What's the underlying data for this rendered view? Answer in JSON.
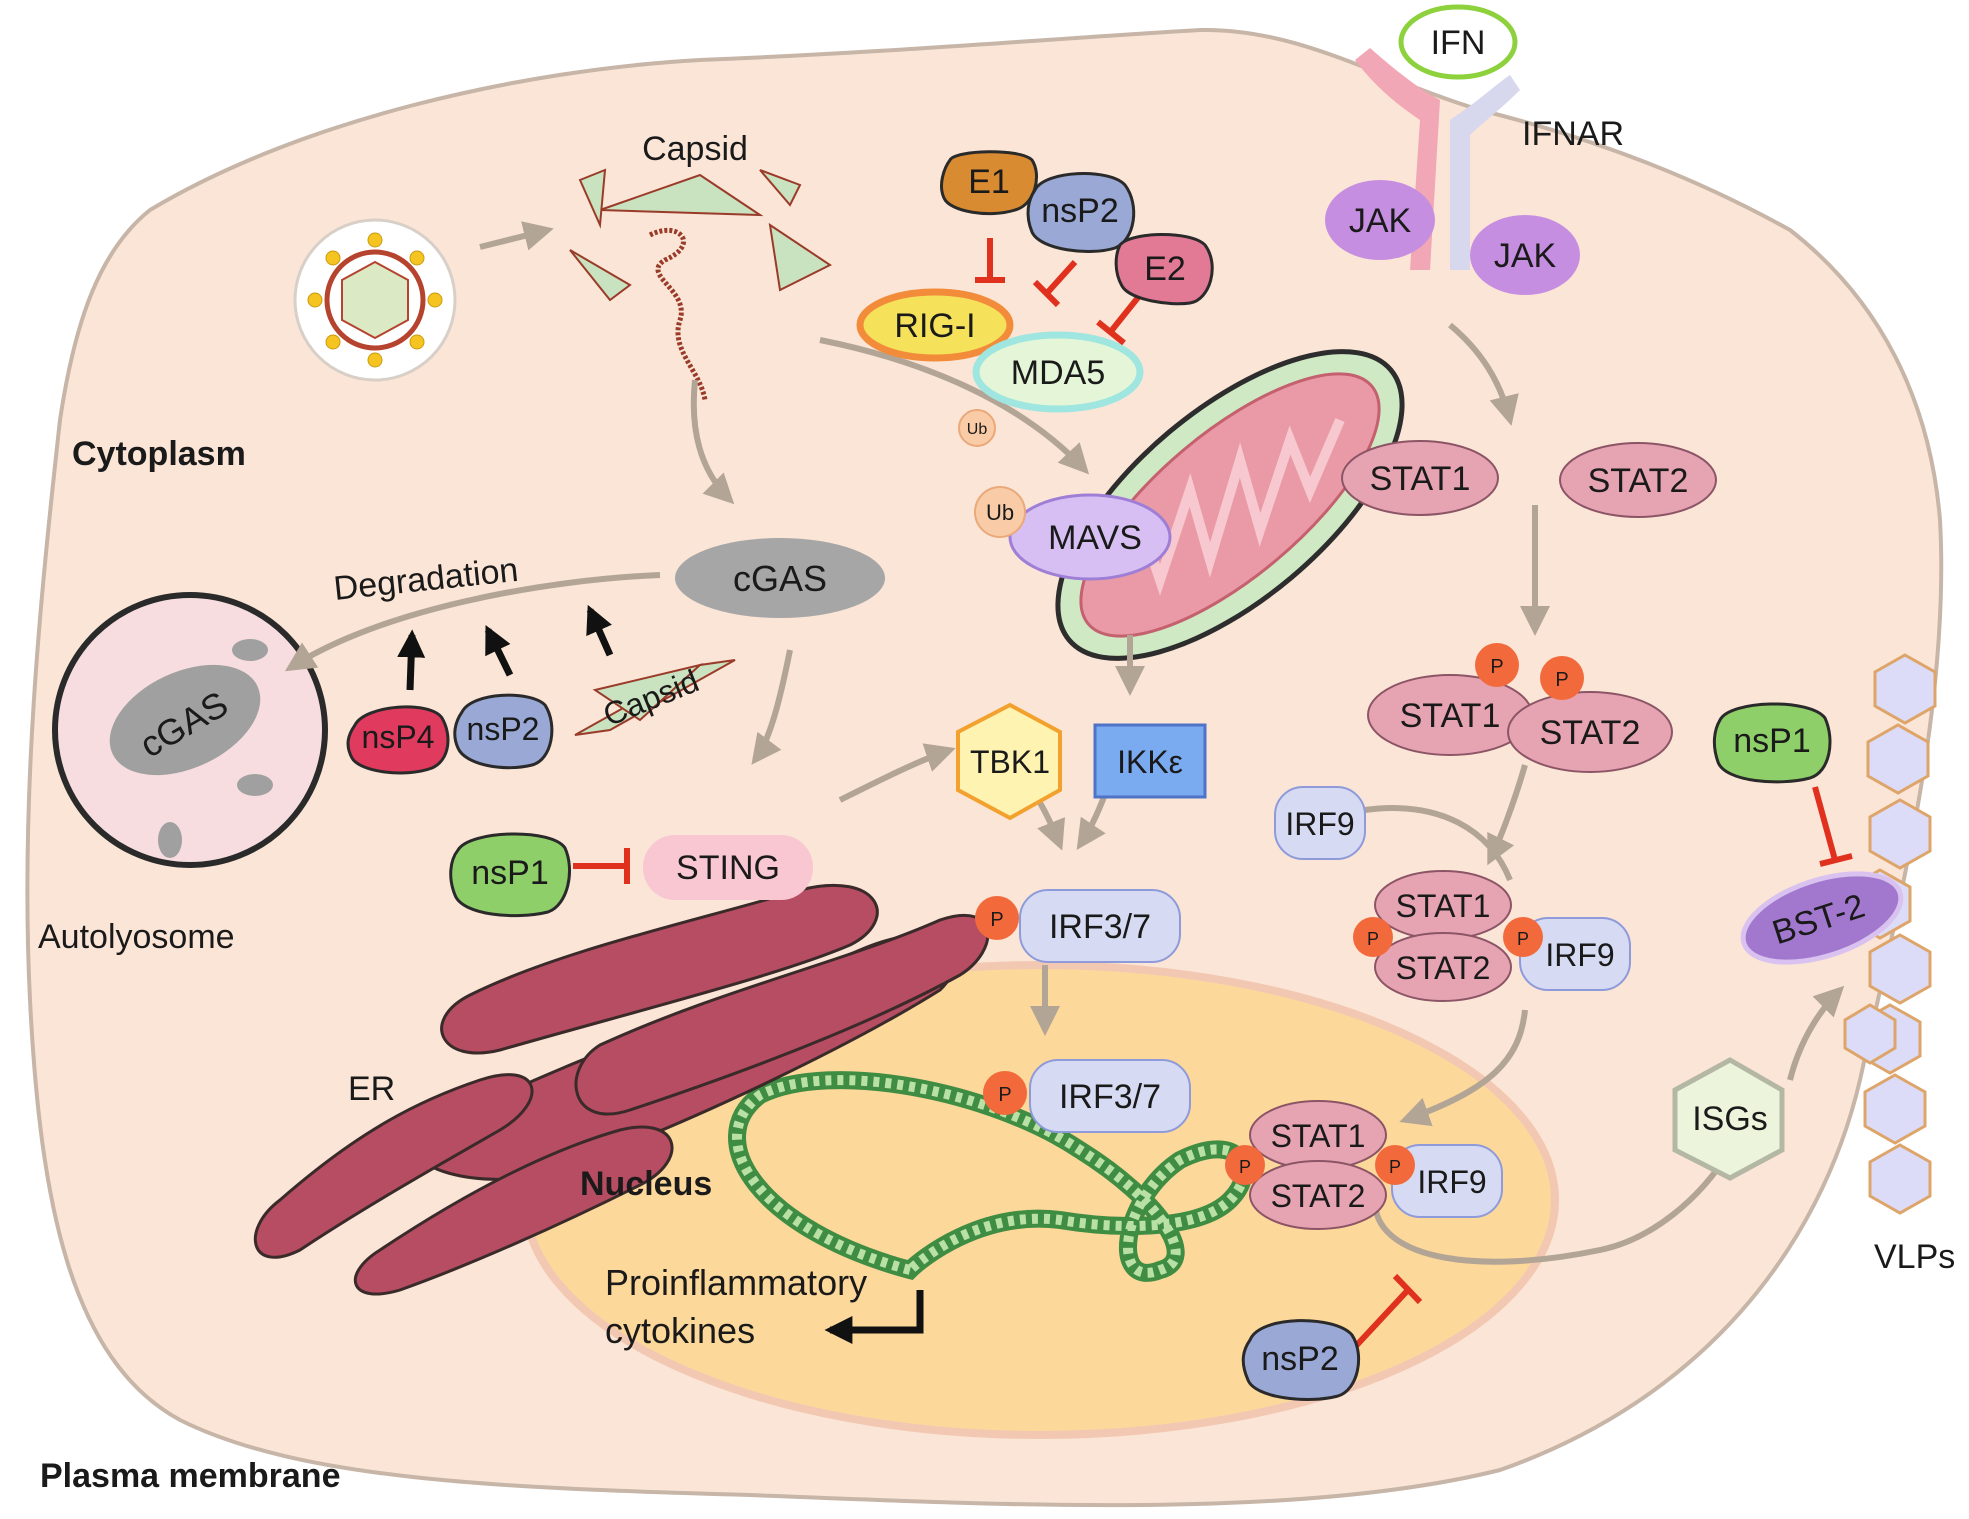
{
  "labels": {
    "capsid_top": "Capsid",
    "cytoplasm": "Cytoplasm",
    "degradation": "Degradation",
    "autolysosome": "Autolyosome",
    "cgas_auto": "cGAS",
    "cgas": "cGAS",
    "er": "ER",
    "nucleus": "Nucleus",
    "proinflammatory_1": "Proinflammatory",
    "proinflammatory_2": "cytokines",
    "plasma_membrane": "Plasma membrane",
    "ifn": "IFN",
    "ifnar": "IFNAR",
    "jak1": "JAK",
    "jak2": "JAK",
    "vlps": "VLPs"
  },
  "proteins": {
    "e1": "E1",
    "nsp2_top": "nsP2",
    "e2": "E2",
    "rigi": "RIG-I",
    "mda5": "MDA5",
    "ub": "Ub",
    "ub2": "Ub",
    "mavs": "MAVS",
    "nsp4": "nsP4",
    "nsp2_mid": "nsP2",
    "capsid_inhib": "Capsid",
    "tbk1": "TBK1",
    "ikke": "IKKε",
    "sting": "STING",
    "nsp1_left": "nsP1",
    "irf37_a": "IRF3/7",
    "irf37_b": "IRF3/7",
    "p": "P",
    "stat1_a": "STAT1",
    "stat2_a": "STAT2",
    "stat1_b": "STAT1",
    "stat2_b": "STAT2",
    "irf9_a": "IRF9",
    "stat1_c": "STAT1",
    "stat2_c": "STAT2",
    "irf9_b": "IRF9",
    "stat1_d": "STAT1",
    "stat2_d": "STAT2",
    "irf9_c": "IRF9",
    "isgs": "ISGs",
    "nsp1_right": "nsP1",
    "bst2": "BST-2",
    "nsp2_bottom": "nsP2"
  },
  "colors": {
    "cell": "#fbe5d6",
    "nucleus": "#fcd89a",
    "er": "#b64d62",
    "stat": "#e6a4b3",
    "irf": "#d6dbf3",
    "nsp1": "#8fcf6a",
    "nsp2": "#9aa8d6",
    "inhibit": "#e0301e",
    "arrow": "#b3a595",
    "phospho": "#f26a3c"
  }
}
